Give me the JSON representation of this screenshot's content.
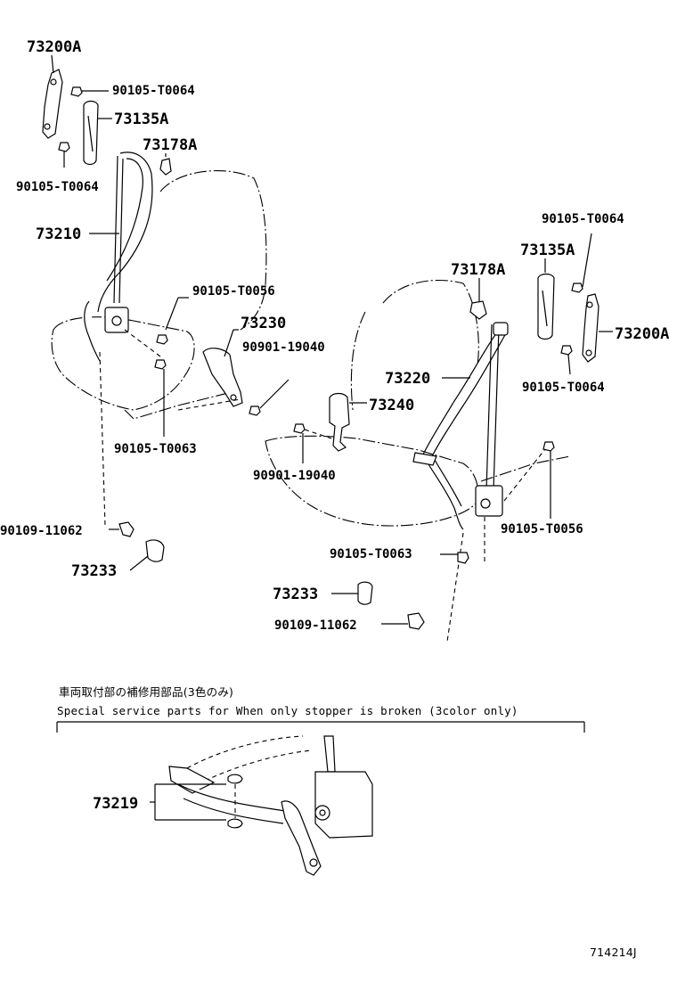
{
  "labels": {
    "l1": "73200A",
    "l2": "90105-T0064",
    "l3": "73135A",
    "l4": "73178A",
    "l5": "90105-T0064",
    "l6": "73210",
    "l7": "90105-T0056",
    "l8": "73230",
    "l9": "90901-19040",
    "l10": "90105-T0063",
    "l11": "90109-11062",
    "l12": "73233",
    "r1": "90105-T0064",
    "r2": "73135A",
    "r3": "73178A",
    "r4": "73200A",
    "r5": "90105-T0064",
    "r6": "73220",
    "r7": "73240",
    "r8": "90901-19040",
    "r9": "90105-T0056",
    "r10": "90105-T0063",
    "r11": "73233",
    "r12": "90109-11062",
    "s1": "73219"
  },
  "note": {
    "jp": "車両取付部の補修用部品(3色のみ)",
    "en": "Special service parts for When only stopper is broken (3color only)"
  },
  "figure_id": "714214J"
}
